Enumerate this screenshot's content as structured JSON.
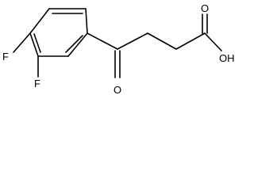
{
  "molecule": {
    "atom_labels": {
      "fluorine_a": "F",
      "fluorine_b": "F",
      "ketone_oxygen": "O",
      "acid_carbonyl_oxygen": "O",
      "acid_hydroxyl": "OH"
    }
  },
  "colors": {
    "bond": "#000000",
    "background": "#ffffff"
  }
}
